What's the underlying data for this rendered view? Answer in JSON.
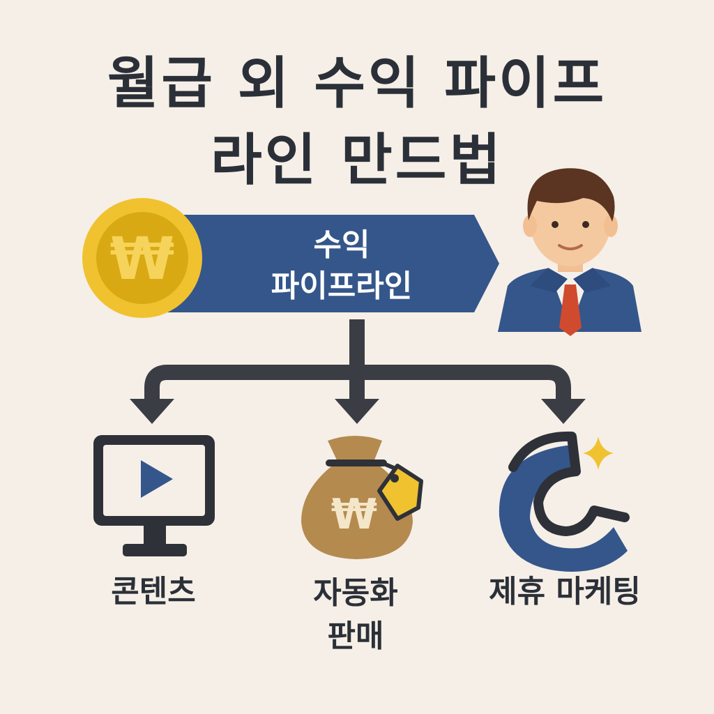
{
  "title": {
    "line1": "월급 외 수익 파이프",
    "line2": "라인 만드법"
  },
  "center": {
    "banner_line1": "수익",
    "banner_line2": "파이프라인",
    "coin_symbol": "₩"
  },
  "branches": [
    {
      "id": "content",
      "label": "콘텐츠",
      "icon": "monitor-play-icon"
    },
    {
      "id": "auto-sales",
      "label_line1": "자동화",
      "label_line2": "판매",
      "icon": "money-bag-icon",
      "bag_symbol": "₩"
    },
    {
      "id": "affiliate",
      "label": "제휴 마케팅",
      "icon": "magnet-icon"
    }
  ],
  "person": {
    "icon": "businessman-avatar"
  },
  "colors": {
    "background": "#f6efe7",
    "text": "#2b3038",
    "banner": "#34568b",
    "coin": "#e8b51e",
    "bag": "#b48a4f",
    "tag": "#f0c230",
    "tie": "#d04a2e"
  }
}
